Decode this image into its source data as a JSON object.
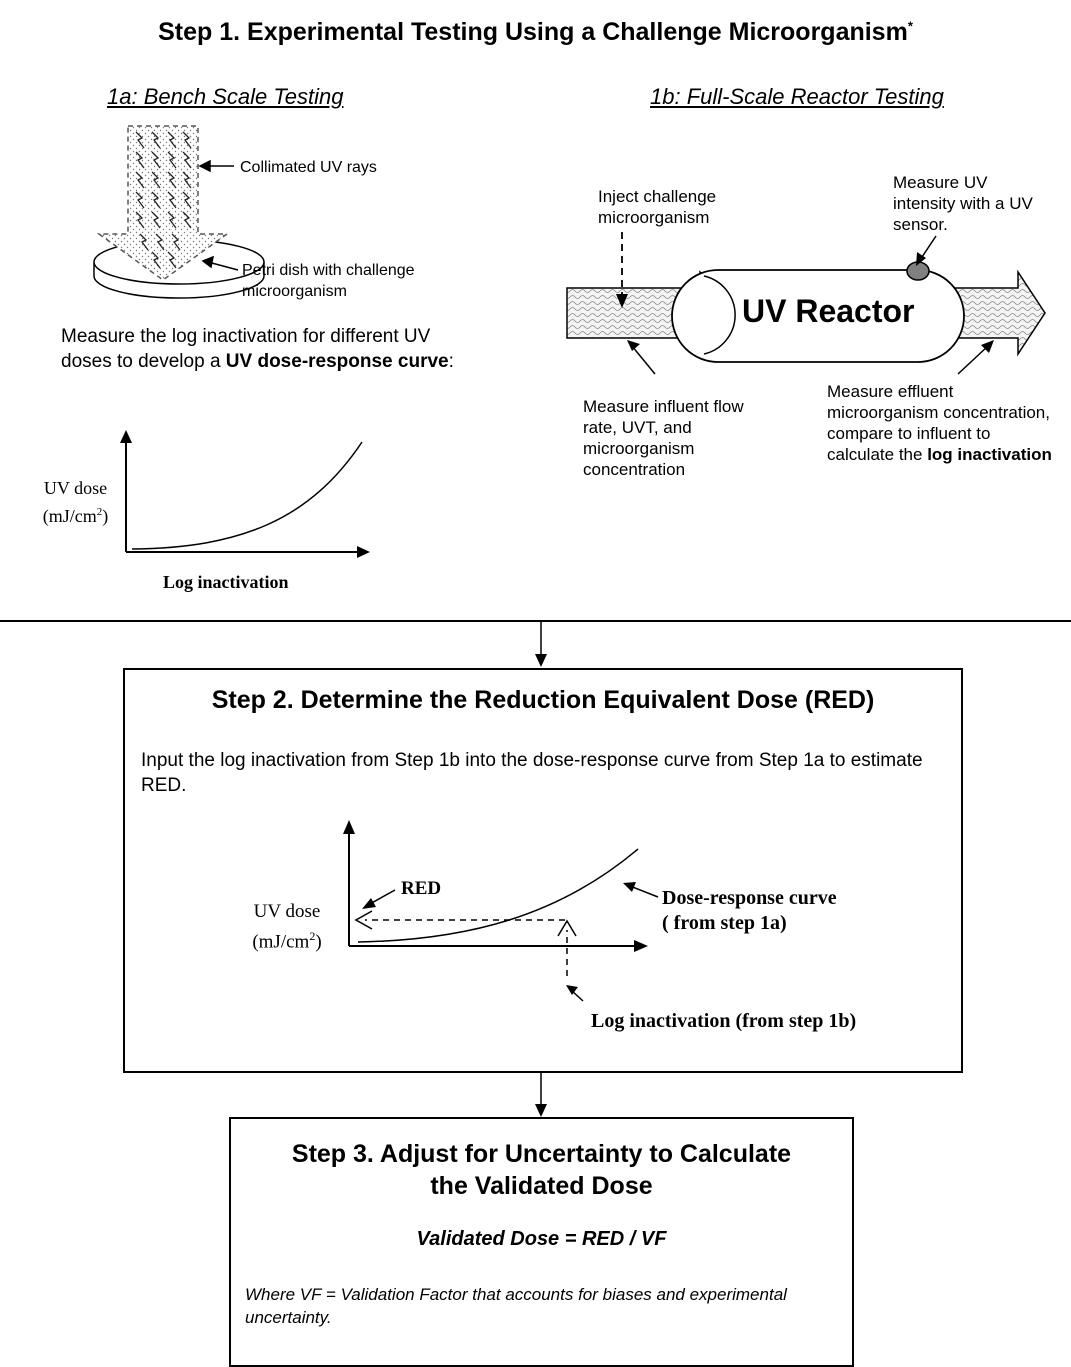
{
  "step1": {
    "title": "Step 1. Experimental Testing Using a Challenge Microorganism",
    "title_mark": "*",
    "sub_a": "1a: Bench Scale Testing",
    "sub_b": "1b: Full-Scale Reactor Testing",
    "collimated": "Collimated UV rays",
    "petri_line1": "Petri dish with challenge",
    "petri_line2": "microorganism",
    "measure_text_1": "Measure the log inactivation for different UV doses to develop a ",
    "measure_bold": "UV dose-response curve",
    "measure_text_2": ":",
    "chart_ylabel_1": "UV dose",
    "chart_ylabel_2": "(mJ/cm",
    "chart_ylabel_sup": "2",
    "chart_ylabel_3": ")",
    "chart_xlabel": "Log inactivation",
    "inject": "Inject challenge microorganism",
    "measure_uv": "Measure UV intensity with a UV sensor.",
    "reactor_label": "UV Reactor",
    "measure_influent": "Measure influent flow rate, UVT, and microorganism concentration",
    "effluent_text": "Measure effluent microorganism concentration, compare to influent to calculate the ",
    "effluent_bold": "log inactivation"
  },
  "step2": {
    "title": "Step 2. Determine the Reduction Equivalent Dose (RED)",
    "desc": "Input the log inactivation from Step 1b into the dose-response curve from Step 1a to estimate RED.",
    "red": "RED",
    "ylabel_1": "UV dose",
    "ylabel_2": "(mJ/cm",
    "ylabel_sup": "2",
    "ylabel_3": ")",
    "curve_1": "Dose-response curve",
    "curve_2": "( from step 1a)",
    "log_label": "Log inactivation (from step 1b)"
  },
  "step3": {
    "title_1": "Step 3. Adjust for Uncertainty to Calculate",
    "title_2": "the Validated Dose",
    "formula": "Validated Dose = RED / VF",
    "note": "Where VF = Validation Factor that accounts for biases and experimental uncertainty."
  }
}
